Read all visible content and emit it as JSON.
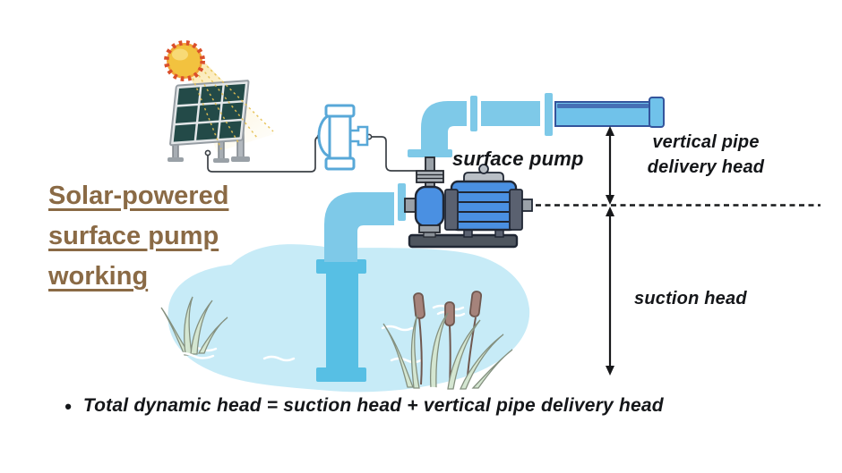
{
  "title": {
    "text": "Solar-powered surface pump working",
    "color": "#8a6a45"
  },
  "labels": {
    "surface_pump": "surface pump",
    "delivery_head_line1": "vertical pipe",
    "delivery_head_line2": "delivery head",
    "suction_head": "suction head",
    "bullet": "•",
    "formula": "Total dynamic head = suction head + vertical pipe delivery head"
  },
  "diagram": {
    "icons": {
      "sun": "sun-icon",
      "light_rays": "sun-rays-icon",
      "solar_panel": "solar-panel-icon",
      "wires": "power-wire",
      "controller": "pump-controller-icon",
      "surface_pump": "surface-pump-icon",
      "delivery_pipe": "delivery-pipe",
      "suction_pipe": "suction-pipe",
      "pond": "pond-water",
      "grass": "grass-icon",
      "cattails": "cattail-reeds-icon",
      "datum": "dashed-datum-line",
      "head_arrows": "double-headed-arrow"
    },
    "colors": {
      "pipe_light_blue": "#7ec9e8",
      "suction_pipe_blue": "#57bfe4",
      "delivery_pipe_fill": "#70c2ea",
      "delivery_pipe_outline": "#33549c",
      "pump_blue": "#4a90e2",
      "machine_gray": "#5a6170",
      "pond_blue": "#c7ebf7",
      "panel_cell_teal": "#234a48",
      "sun_yellow": "#f2c23f",
      "sun_spike_red": "#da4f2b",
      "title_brown": "#8a6a45",
      "text_black": "#141619",
      "grass_green": "#d4e6d1",
      "cattail_brown": "#a5837b",
      "wire_gray": "#3b4046"
    }
  }
}
